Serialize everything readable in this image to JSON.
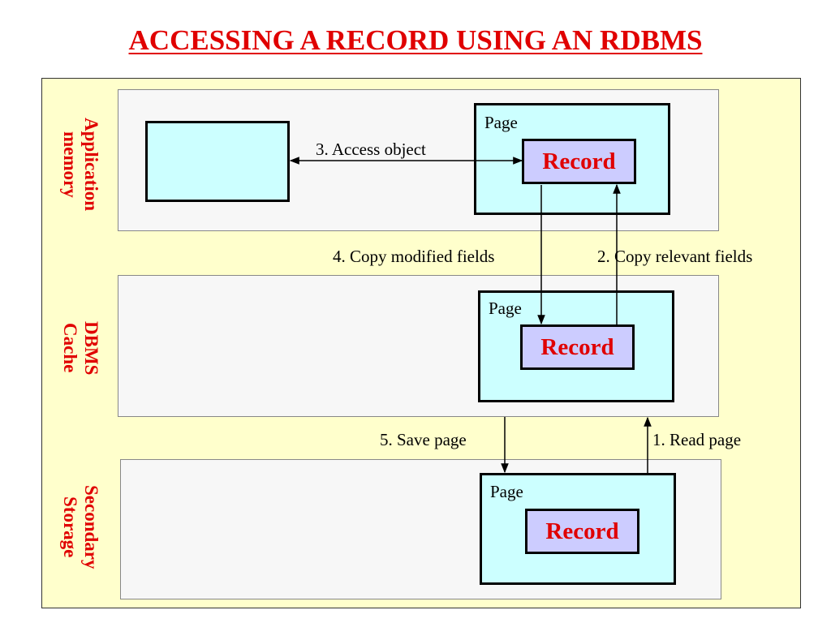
{
  "title": "ACCESSING A RECORD USING AN RDBMS",
  "regions": {
    "application": {
      "label": "Application memory",
      "page_label": "Page",
      "record_label": "Record"
    },
    "cache": {
      "label": "DBMS Cache",
      "page_label": "Page",
      "record_label": "Record"
    },
    "storage": {
      "label": "Secondary Storage",
      "page_label": "Page",
      "record_label": "Record"
    }
  },
  "steps": {
    "read_page": "1. Read page",
    "copy_relevant": "2. Copy relevant fields",
    "access_object": "3. Access object",
    "copy_modified": "4. Copy modified fields",
    "save_page": "5. Save page"
  }
}
